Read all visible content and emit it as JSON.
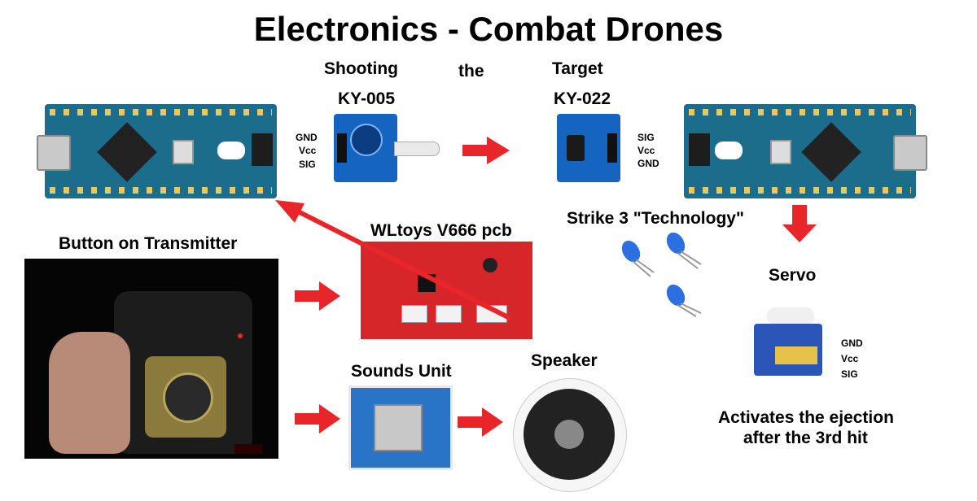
{
  "title": "Electronics - Combat Drones",
  "labels": {
    "shooting": "Shooting",
    "the": "the",
    "target": "Target",
    "ky005": "KY-005",
    "ky022": "KY-022",
    "button_on_transmitter": "Button on Transmitter",
    "wltoys": "WLtoys V666 pcb",
    "strike3": "Strike 3 \"Technology\"",
    "servo": "Servo",
    "sounds_unit": "Sounds Unit",
    "speaker": "Speaker",
    "activates_line1": "Activates the ejection",
    "activates_line2": "after the 3rd hit"
  },
  "pins": {
    "ky005": [
      "GND",
      "Vcc",
      "SIG"
    ],
    "ky022": [
      "SIG",
      "Vcc",
      "GND"
    ],
    "servo": [
      "GND",
      "Vcc",
      "SIG"
    ]
  },
  "colors": {
    "arrow": "#e8262a",
    "arduino_board": "#1c6c8c",
    "sensor_board": "#1565c0",
    "pcb": "#d6262a",
    "servo": "#2b55b8"
  }
}
